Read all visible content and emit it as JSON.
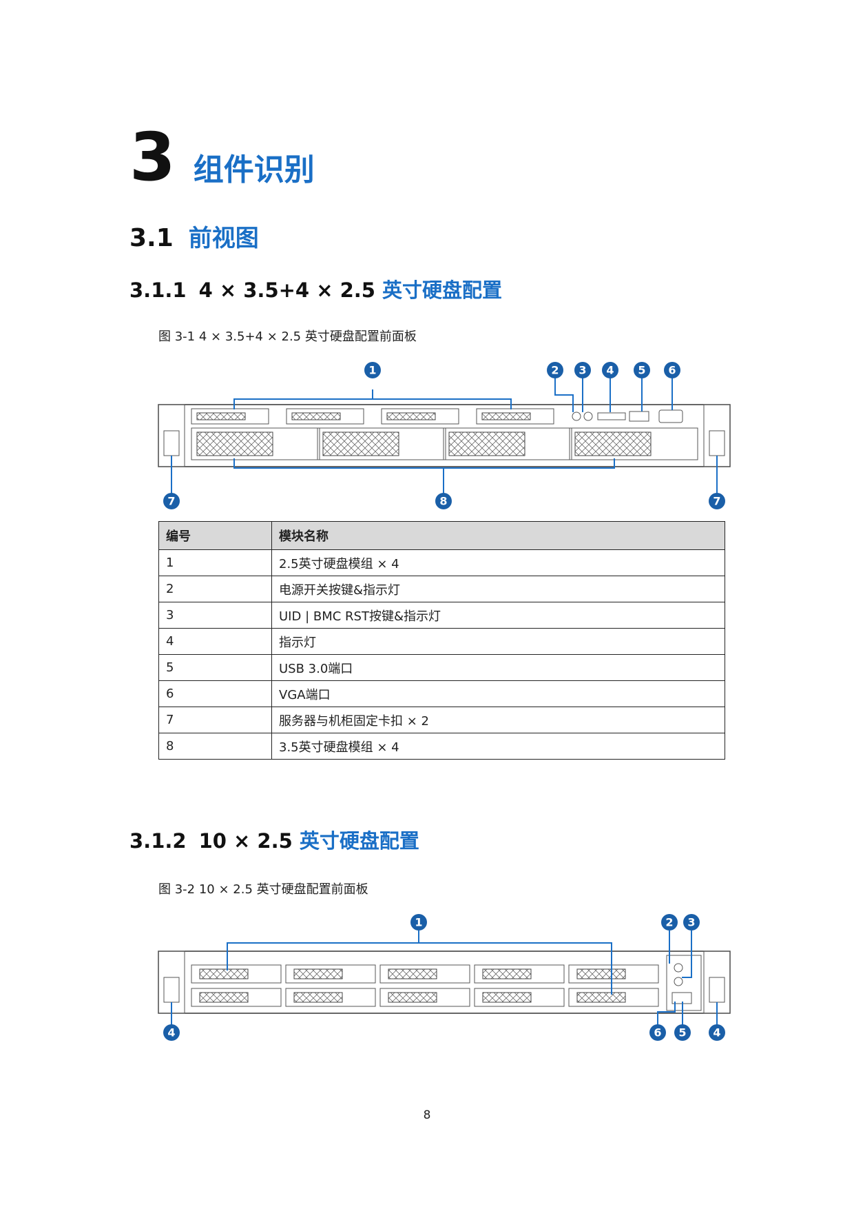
{
  "chapter": {
    "number": "3",
    "title": "组件识别"
  },
  "section": {
    "number": "3.1",
    "title": "前视图"
  },
  "subsections": [
    {
      "number": "3.1.1",
      "prefix": "4 × 3.5+4 × 2.5",
      "title": "英寸硬盘配置",
      "caption": "图 3-1 4 × 3.5+4 × 2.5 英寸硬盘配置前面板"
    },
    {
      "number": "3.1.2",
      "prefix": "10 × 2.5",
      "title": "英寸硬盘配置",
      "caption": "图 3-2 10 × 2.5 英寸硬盘配置前面板"
    }
  ],
  "figure1_callouts": [
    "1",
    "2",
    "3",
    "4",
    "5",
    "6",
    "7",
    "8",
    "7"
  ],
  "figure2_callouts": [
    "1",
    "2",
    "3",
    "4",
    "6",
    "5",
    "4"
  ],
  "table": {
    "headers": [
      "编号",
      "模块名称"
    ],
    "rows": [
      [
        "1",
        "2.5英寸硬盘模组 × 4"
      ],
      [
        "2",
        "电源开关按键&指示灯"
      ],
      [
        "3",
        "UID | BMC RST按键&指示灯"
      ],
      [
        "4",
        "指示灯"
      ],
      [
        "5",
        "USB 3.0端口"
      ],
      [
        "6",
        "VGA端口"
      ],
      [
        "7",
        "服务器与机柜固定卡扣 × 2"
      ],
      [
        "8",
        "3.5英寸硬盘模组 × 4"
      ]
    ]
  },
  "page_number": "8",
  "colors": {
    "accent": "#1a6fc6",
    "badge": "#1a5fa8",
    "table_header_bg": "#d9d9d9"
  }
}
